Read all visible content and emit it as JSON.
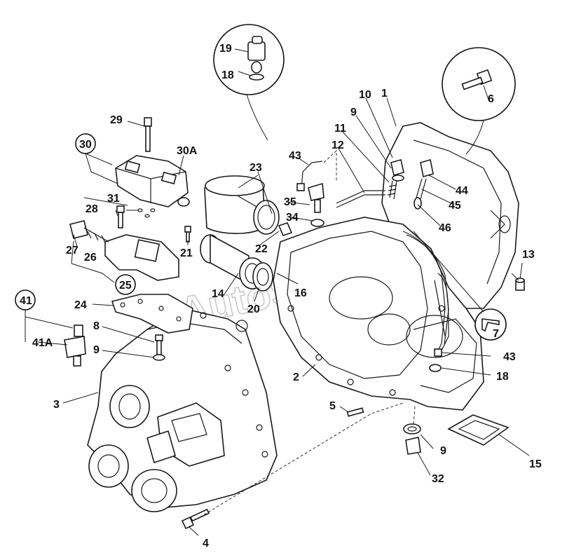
{
  "watermark": "AutoSoft",
  "callouts": {
    "c1": "1",
    "c2": "2",
    "c3": "3",
    "c4": "4",
    "c5": "5",
    "c6": "6",
    "c7": "7",
    "c8": "8",
    "c9a": "9",
    "c9b": "9",
    "c9c": "9",
    "c10": "10",
    "c11": "11",
    "c12": "12",
    "c13": "13",
    "c14": "14",
    "c15": "15",
    "c16": "16",
    "c18a": "18",
    "c18b": "18",
    "c19": "19",
    "c20": "20",
    "c21": "21",
    "c22": "22",
    "c23": "23",
    "c24": "24",
    "c25": "25",
    "c26": "26",
    "c27": "27",
    "c28": "28",
    "c29": "29",
    "c30": "30",
    "c30a": "30A",
    "c31": "31",
    "c32": "32",
    "c34": "34",
    "c35": "35",
    "c41": "41",
    "c41a": "41A",
    "c43a": "43",
    "c43b": "43",
    "c44": "44",
    "c45": "45",
    "c46": "46"
  }
}
